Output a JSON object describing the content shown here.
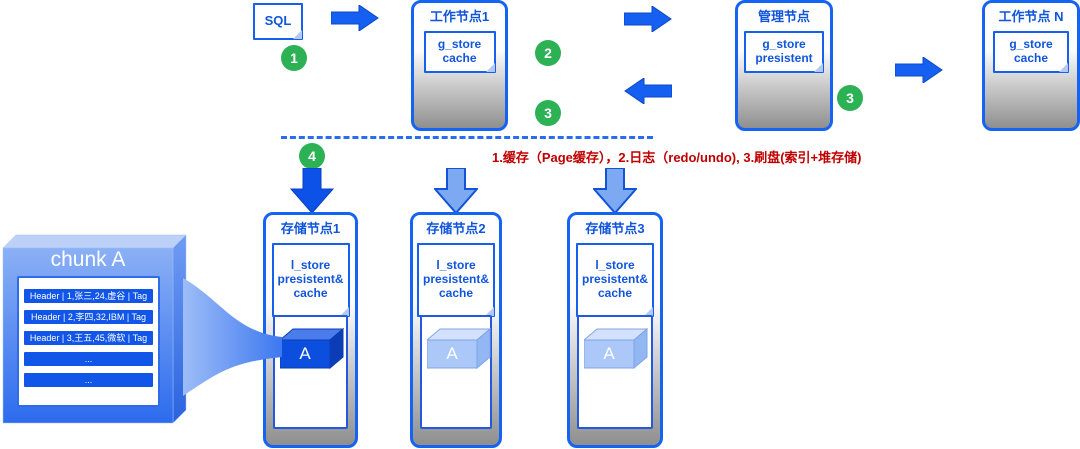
{
  "palette": {
    "arrow_blue": "#1560f0",
    "dark_cube_blue": "#0c4fdf",
    "light_cube_blue": "#abc8f8",
    "badge_green": "#2db155",
    "annotation_red": "#c00000",
    "row_blue": "#1156e8"
  },
  "flow": {
    "sql_label": "SQL",
    "step_badges": [
      "1",
      "2",
      "3",
      "3",
      "4"
    ],
    "annotation": "1.缓存（Page缓存），2.日志（redo/undo), 3.刷盘(索引+堆存储)"
  },
  "nodes": {
    "worker1": {
      "title": "工作节点1",
      "note": [
        "g_store",
        "cache"
      ]
    },
    "manager": {
      "title": "管理节点",
      "note": [
        "g_store",
        "presistent"
      ]
    },
    "workerN": {
      "title": "工作节点 N",
      "note": [
        "g_store",
        "cache"
      ]
    }
  },
  "storage_nodes": [
    {
      "title": "存储节点1",
      "note": [
        "l_store",
        "presistent&",
        "cache"
      ],
      "chunk_label": "A"
    },
    {
      "title": "存储节点2",
      "note": [
        "l_store",
        "presistent&",
        "cache"
      ],
      "chunk_label": "A"
    },
    {
      "title": "存储节点3",
      "note": [
        "l_store",
        "presistent&",
        "cache"
      ],
      "chunk_label": "A"
    }
  ],
  "chunk_detail": {
    "title": "chunk A",
    "rows": [
      "Header | 1,张三,24,虚谷 | Tag",
      "Header | 2,李四,32,IBM | Tag",
      "Header | 3,王五,45,微软 | Tag",
      "...",
      "..."
    ]
  }
}
